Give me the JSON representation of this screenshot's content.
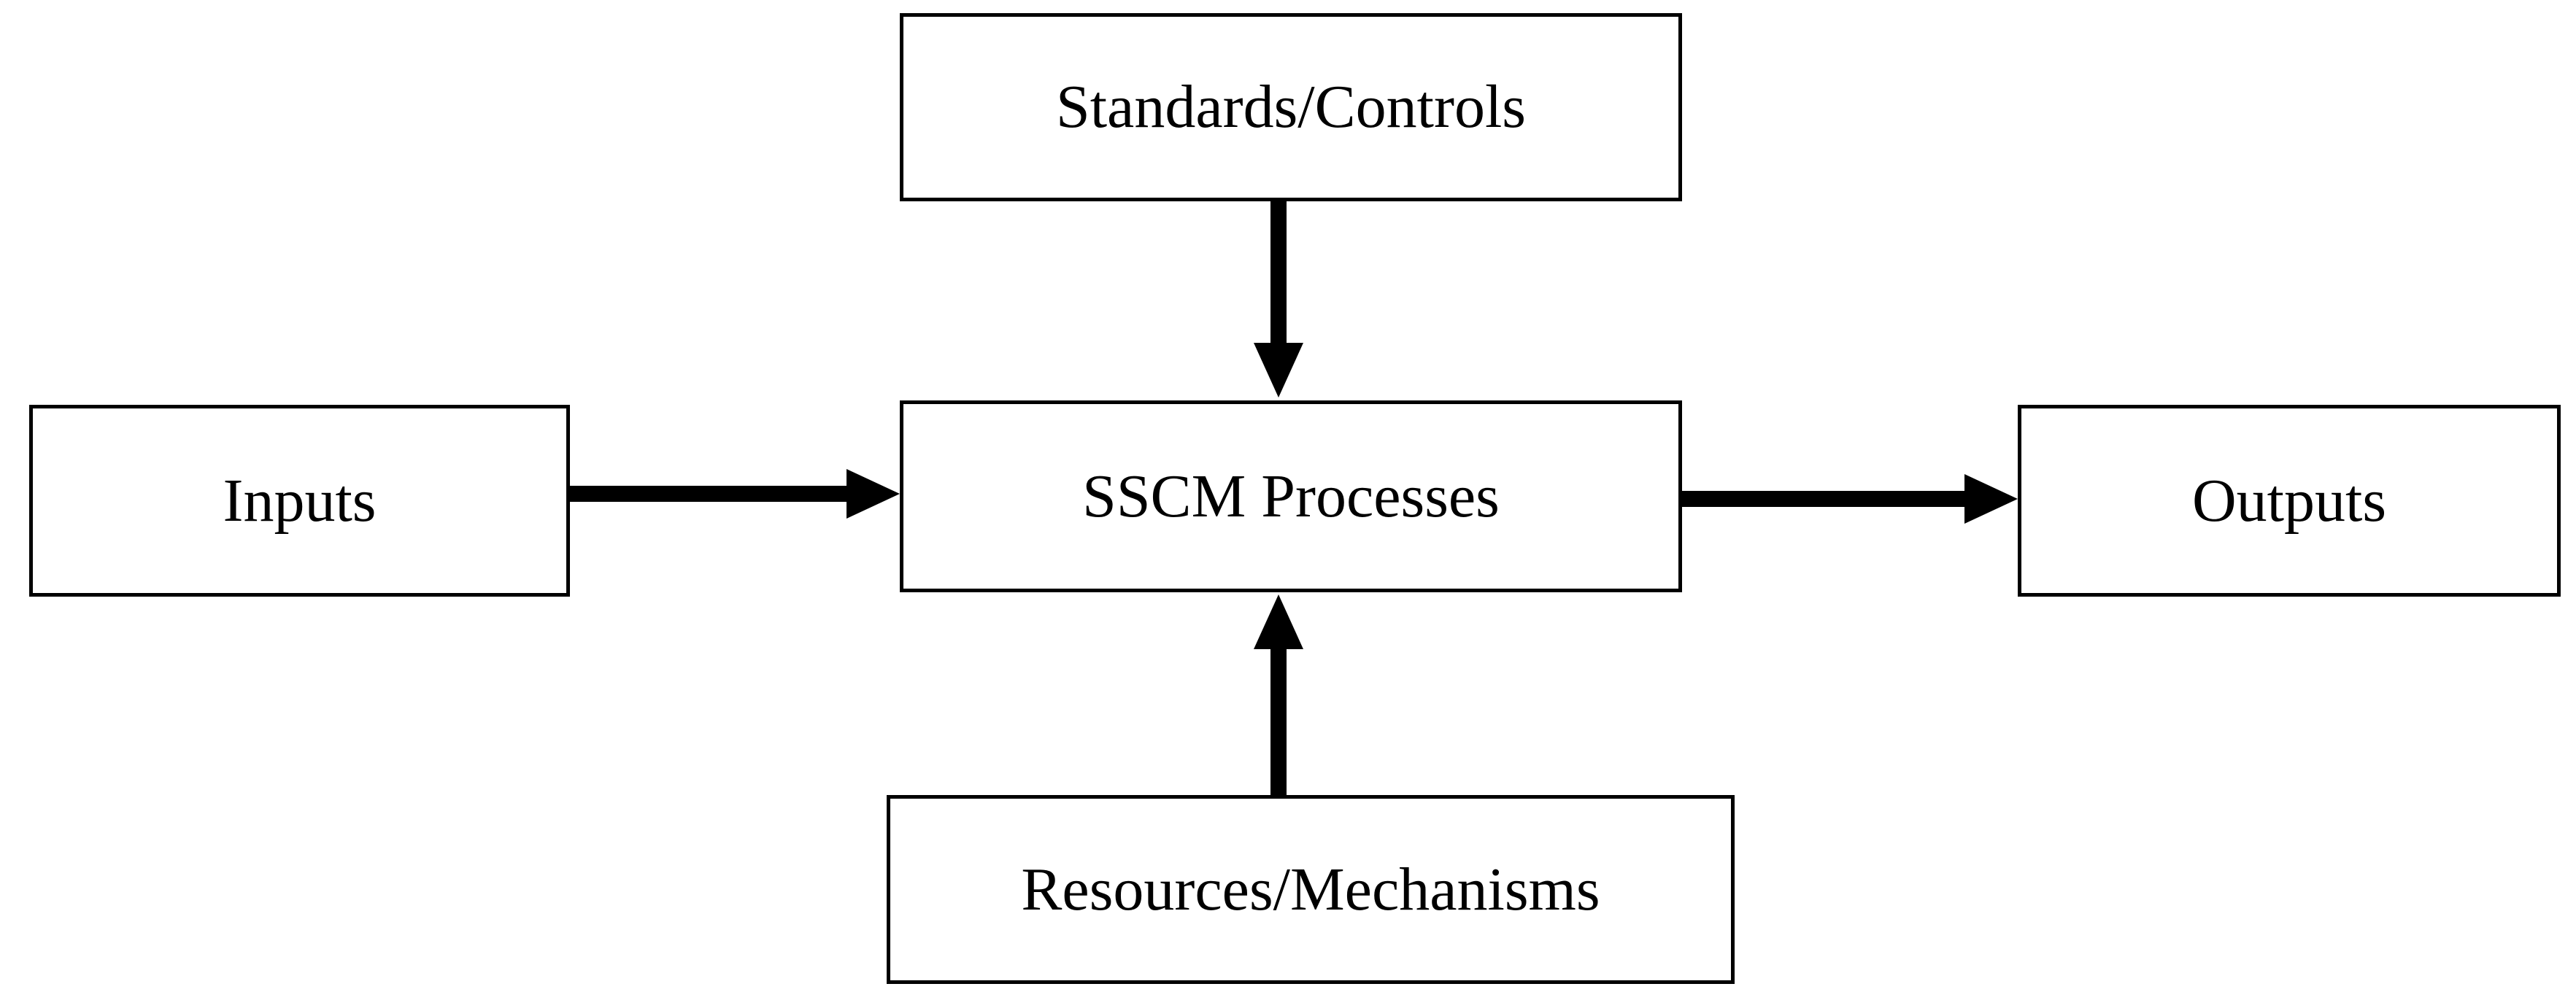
{
  "diagram": {
    "nodes": {
      "standards": "Standards/Controls",
      "inputs": "Inputs",
      "process": "SSCM Processes",
      "outputs": "Outputs",
      "resources": "Resources/Mechanisms"
    },
    "edges": [
      {
        "from": "standards",
        "to": "process"
      },
      {
        "from": "inputs",
        "to": "process"
      },
      {
        "from": "process",
        "to": "outputs"
      },
      {
        "from": "resources",
        "to": "process"
      }
    ]
  },
  "colors": {
    "stroke": "#000000",
    "fill": "#ffffff"
  }
}
